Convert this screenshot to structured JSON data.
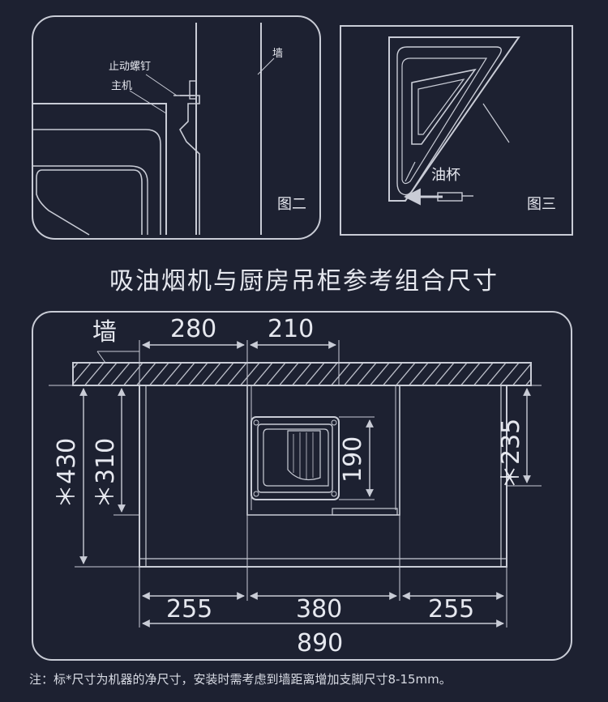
{
  "figure2": {
    "label": "图二",
    "callout_screw": "止动螺钉",
    "callout_unit": "主机",
    "callout_wall": "墙"
  },
  "figure3": {
    "label": "图三",
    "callout_cup": "油杯"
  },
  "main_title": "吸油烟机与厨房吊柜参考组合尺寸",
  "diagram": {
    "wall_label": "墙",
    "dim_top_left": "280",
    "dim_top_right": "210",
    "dim_height_total": "＊430",
    "dim_height_body": "＊310",
    "dim_fan_height": "190",
    "dim_right_depth": "＊235",
    "dim_bottom_left": "255",
    "dim_bottom_mid": "380",
    "dim_bottom_right": "255",
    "dim_total_width": "890"
  },
  "footnote": "注：标*尺寸为机器的净尺寸，安装时需考虑到墙距离增加支脚尺寸8-15mm。"
}
